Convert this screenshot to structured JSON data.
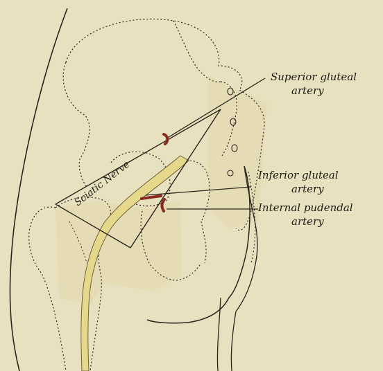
{
  "figure": {
    "background": "#e8e1bf",
    "ink_color": "#2a241c",
    "bone_fill": "#e3d9b0",
    "nerve_fill": "#e6d88a",
    "artery_color": "#8a2a22"
  },
  "labels": {
    "sciatic_nerve": "Sciatic Nerve",
    "superior_gluteal_line1": "Superior gluteal",
    "superior_gluteal_line2": "artery",
    "inferior_gluteal_line1": "Inferior gluteal",
    "inferior_gluteal_line2": "artery",
    "internal_pudendal_line1": "Internal pudendal",
    "internal_pudendal_line2": "artery"
  }
}
